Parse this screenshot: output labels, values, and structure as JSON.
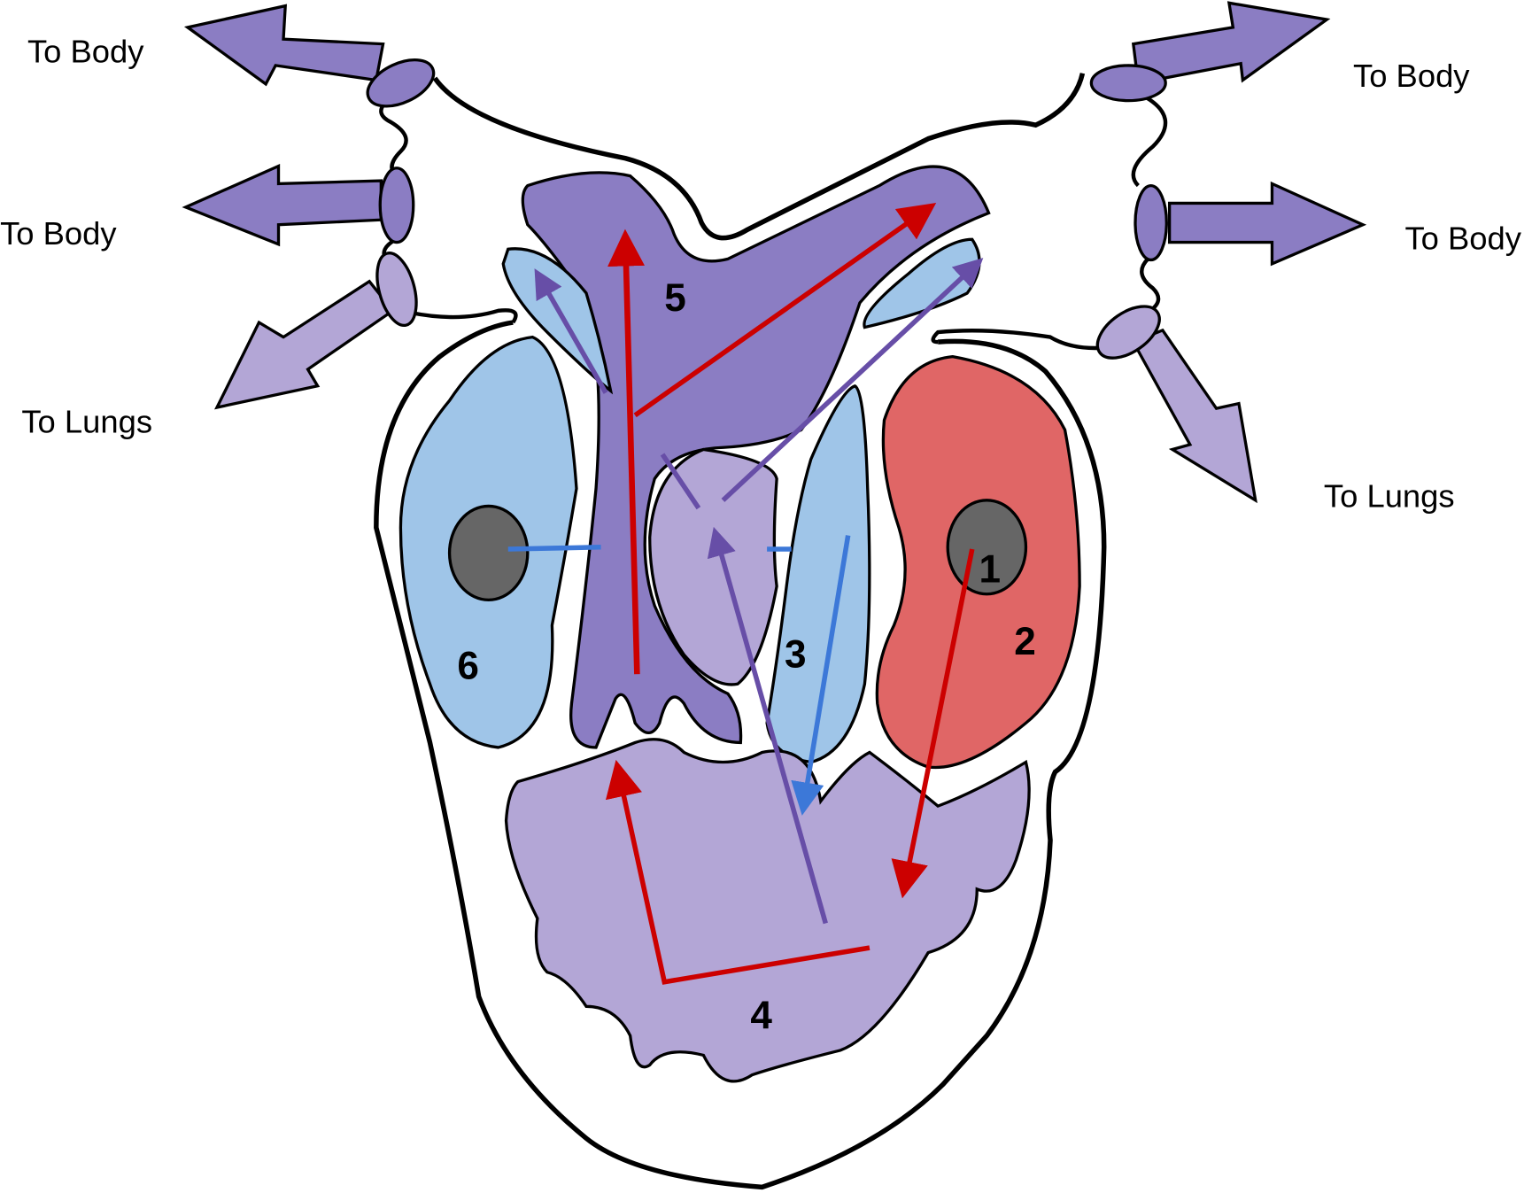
{
  "labels": {
    "left_top": "To Body",
    "left_middle": "To Body",
    "left_bottom": "To Lungs",
    "right_top": "To Body",
    "right_middle": "To Body",
    "right_bottom": "To Lungs"
  },
  "chambers": {
    "c1": "1",
    "c2": "2",
    "c3": "3",
    "c4": "4",
    "c5": "5",
    "c6": "6"
  },
  "colors": {
    "dark_purple": "#8B7DC3",
    "light_purple": "#B3A6D6",
    "light_blue": "#9FC5E8",
    "red_chamber": "#E06666",
    "grey_node": "#666666",
    "red_arrow": "#CC0000",
    "purple_arrow": "#674EA7",
    "blue_arrow": "#3C78D8"
  }
}
